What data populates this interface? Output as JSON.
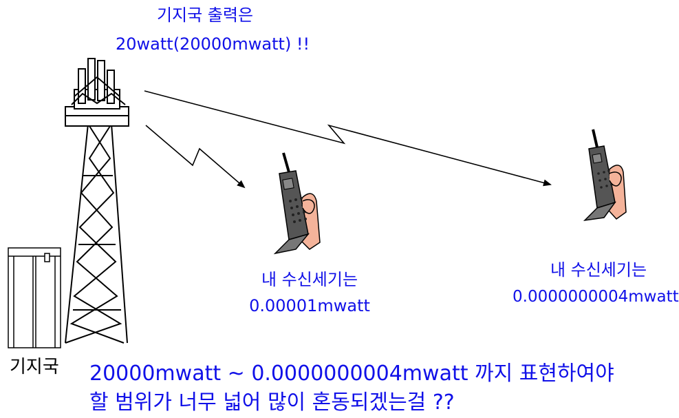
{
  "tower_caption": {
    "line1": "기지국 출력은",
    "line2": "20watt(20000mwatt) !!"
  },
  "near_phone_caption": {
    "line1": "내 수신세기는",
    "line2": "0.00001mwatt"
  },
  "far_phone_caption": {
    "line1": "내 수신세기는",
    "line2": "0.0000000004mwatt"
  },
  "base_station_label": "기지국",
  "bottom_note": {
    "line1": "20000mwatt ~ 0.0000000004mwatt 까지 표현하여야",
    "line2": "할 범위가 너무 넓어 많이 혼동되겠는걸 ??"
  },
  "colors": {
    "text_accent": "#1010e8",
    "line": "#000000",
    "hand": "#f4b39a",
    "phone": "#555555"
  },
  "icons": [
    "antenna-tower-icon",
    "base-station-cabinet-icon",
    "mobile-phone-in-hand-icon",
    "signal-arrow-icon"
  ]
}
